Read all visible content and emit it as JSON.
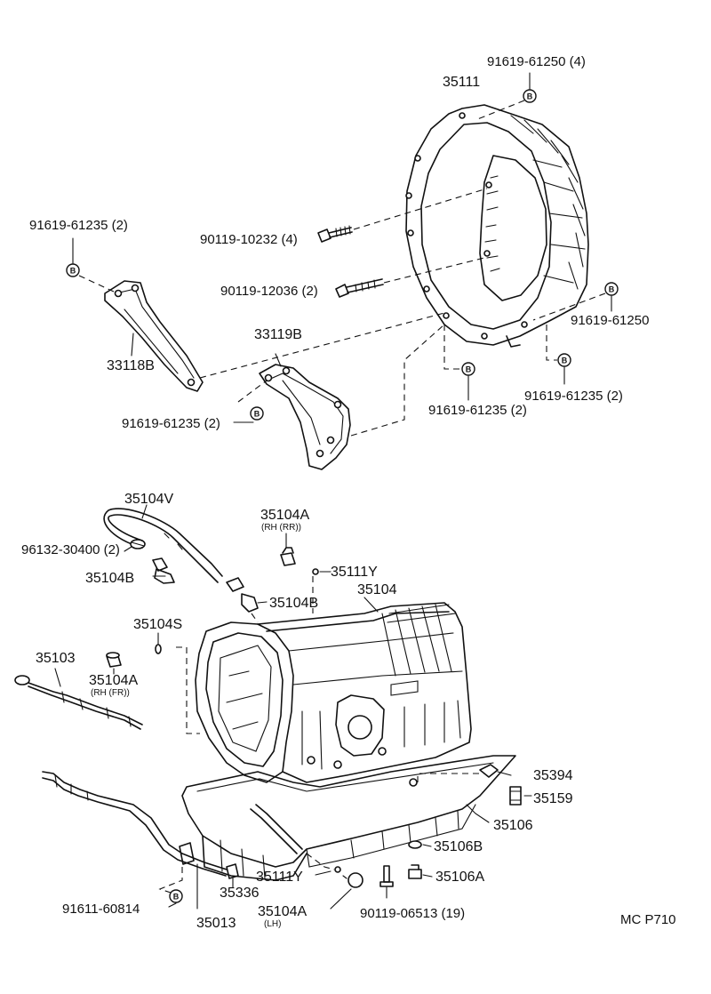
{
  "diagram_code": "MC P710",
  "b_marker": "B",
  "labels": {
    "p91619_61250_4": "91619-61250 (4)",
    "p35111": "35111",
    "p91619_61235_2_left": "91619-61235 (2)",
    "p90119_10232": "90119-10232 (4)",
    "p90119_12036": "90119-12036 (2)",
    "p91619_61250": "91619-61250",
    "p33119B": "33119B",
    "p33118B": "33118B",
    "p91619_61235_2_mid": "91619-61235 (2)",
    "p91619_61235_2_center": "91619-61235 (2)",
    "p91619_61235_2_right": "91619-61235 (2)",
    "p35104V": "35104V",
    "p35104A_rr": "35104A",
    "rh_rr": "(RH (RR))",
    "p96132_30400": "96132-30400 (2)",
    "p35111Y_top": "35111Y",
    "p35104B_left": "35104B",
    "p35104": "35104",
    "p35104B_right": "35104B",
    "p35104S": "35104S",
    "p35103": "35103",
    "p35104A_fr": "35104A",
    "rh_fr": "(RH (FR))",
    "p35394": "35394",
    "p35159": "35159",
    "p35106": "35106",
    "p35106B": "35106B",
    "p35106A": "35106A",
    "p35111Y_bottom": "35111Y",
    "p35336": "35336",
    "p91611_60814": "91611-60814",
    "p35013": "35013",
    "p35104A_lh": "35104A",
    "lh": "(LH)",
    "p90119_06513": "90119-06513 (19)"
  }
}
